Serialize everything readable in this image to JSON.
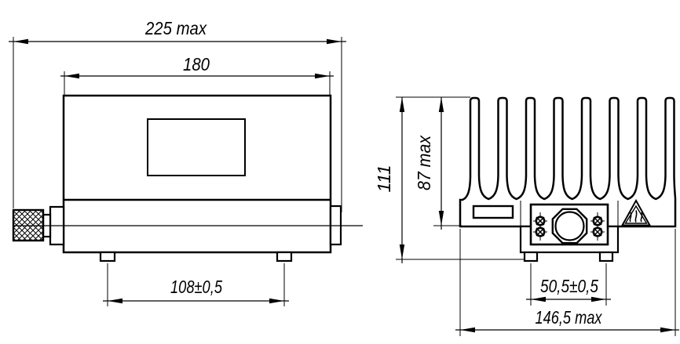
{
  "drawing": {
    "colors": {
      "line": "#000000",
      "background": "#ffffff"
    },
    "side_view": {
      "overall_width": "225 max",
      "body_width": "180",
      "feet_spacing": "108±0,5"
    },
    "front_view": {
      "overall_height": "111",
      "heatsink_height": "87 max",
      "feet_spacing": "50,5±0,5",
      "base_width": "146,5 max",
      "fin_count": 8
    }
  }
}
